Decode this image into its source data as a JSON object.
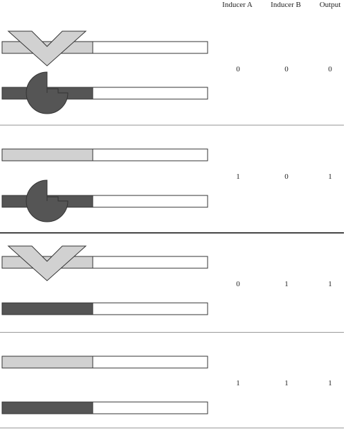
{
  "header": {
    "inducer_a": "Inducer A",
    "inducer_b": "Inducer B",
    "output": "Output"
  },
  "colors": {
    "light_gene": "#d1d1d1",
    "dark_gene": "#555555",
    "inducer_v": "#d1d1d1",
    "inducer_pac": "#555555",
    "outline": "#333333",
    "divider_thin": "#999999",
    "divider_thick": "#444444"
  },
  "rows": [
    {
      "inducer_a": "0",
      "inducer_b": "0",
      "output": "0",
      "top_v_inducer": true,
      "bottom_pac_inducer": true
    },
    {
      "inducer_a": "1",
      "inducer_b": "0",
      "output": "1",
      "top_v_inducer": false,
      "bottom_pac_inducer": true
    },
    {
      "inducer_a": "0",
      "inducer_b": "1",
      "output": "1",
      "top_v_inducer": true,
      "bottom_pac_inducer": false
    },
    {
      "inducer_a": "1",
      "inducer_b": "1",
      "output": "1",
      "top_v_inducer": false,
      "bottom_pac_inducer": false
    }
  ]
}
